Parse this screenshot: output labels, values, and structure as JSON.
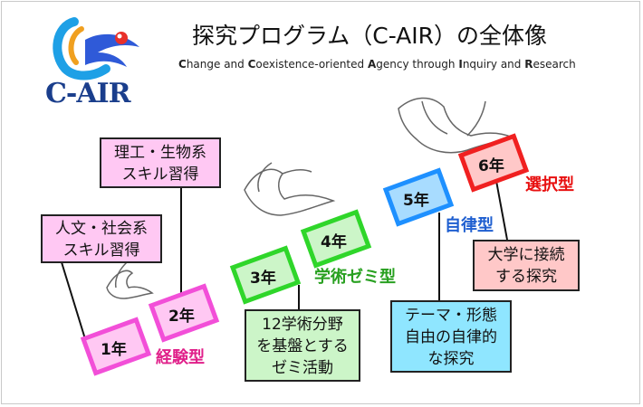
{
  "header": {
    "title": "探究プログラム（C-AIR）の全体像",
    "subtitle_parts": [
      {
        "text": "C",
        "bold": true
      },
      {
        "text": "hange and ",
        "bold": false
      },
      {
        "text": "C",
        "bold": true
      },
      {
        "text": "oexistence-oriented ",
        "bold": false
      },
      {
        "text": "A",
        "bold": true
      },
      {
        "text": "gency through ",
        "bold": false
      },
      {
        "text": "I",
        "bold": true
      },
      {
        "text": "nquiry and ",
        "bold": false
      },
      {
        "text": "R",
        "bold": true
      },
      {
        "text": "esearch",
        "bold": false
      }
    ],
    "logo_text": "C-AIR"
  },
  "steps": {
    "y1": {
      "label": "1年",
      "color": "#f24fd8"
    },
    "y2": {
      "label": "2年",
      "color": "#f24fd8"
    },
    "y3": {
      "label": "3年",
      "color": "#2fd62a"
    },
    "y4": {
      "label": "4年",
      "color": "#2fd62a"
    },
    "y5": {
      "label": "5年",
      "color": "#1e90ff"
    },
    "y6": {
      "label": "6年",
      "color": "#f02020"
    }
  },
  "types": {
    "experience": {
      "label": "経験型",
      "color": "#e0208a"
    },
    "seminar": {
      "label": "学術ゼミ型",
      "color": "#28a020"
    },
    "autonomy": {
      "label": "自律型",
      "color": "#1f5fd0"
    },
    "elective": {
      "label": "選択型",
      "color": "#e81010"
    }
  },
  "descriptions": {
    "humanities": {
      "line1": "人文・社会系",
      "line2": "スキル習得",
      "bg": "#ffc8f3"
    },
    "science": {
      "line1": "理工・生物系",
      "line2": "スキル習得",
      "bg": "#ffc8f3"
    },
    "seminar": {
      "line1": "12学術分野",
      "line2": "を基盤とする",
      "line3": "ゼミ活動",
      "bg": "#ccf5c8"
    },
    "theme": {
      "line1": "テーマ・形態",
      "line2": "自由の自律的",
      "line3": "な探究",
      "bg": "#8fe6ff"
    },
    "university": {
      "line1": "大学に接続",
      "line2": "する探究",
      "bg": "#ffc8c8"
    }
  },
  "icons": [
    "phoenix-logo-icon",
    "bird-small-icon",
    "bird-medium-icon",
    "bird-large-icon"
  ]
}
